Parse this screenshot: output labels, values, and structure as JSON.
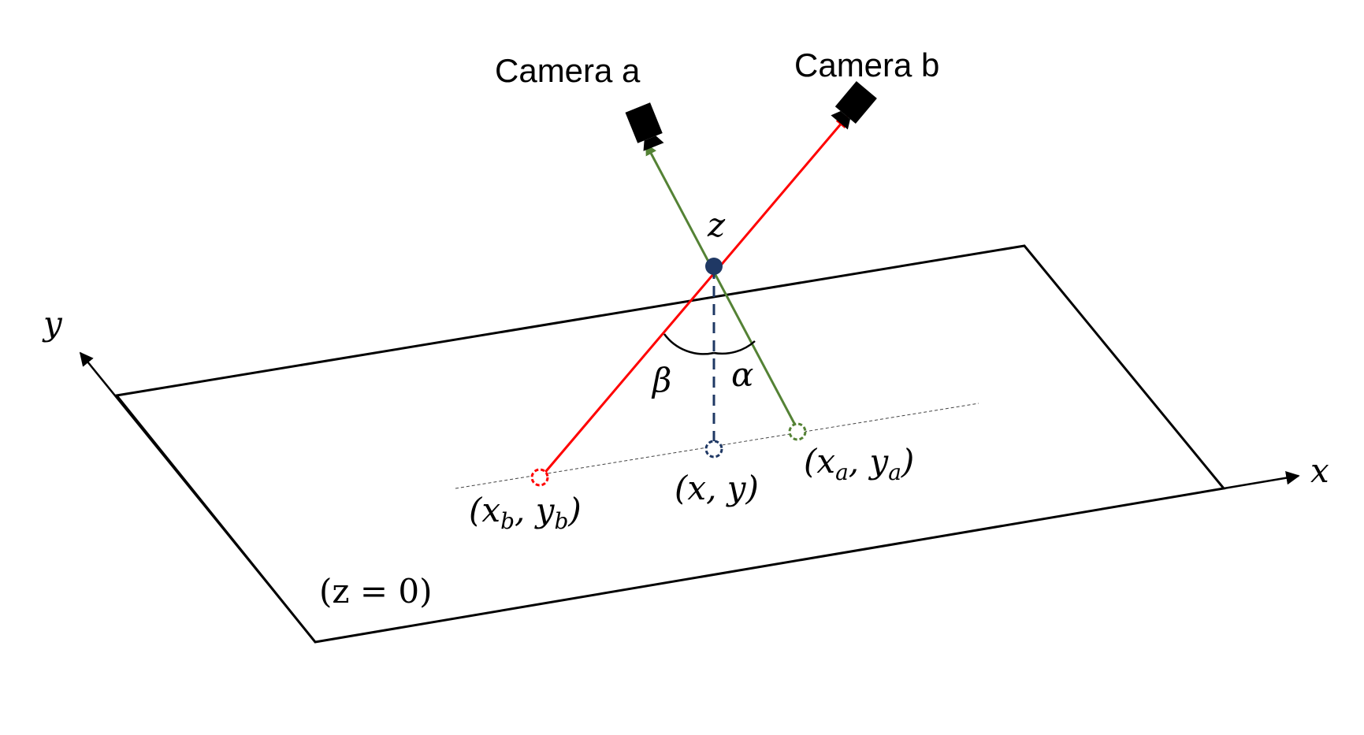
{
  "labels": {
    "camera_a": "Camera a",
    "camera_b": "Camera b",
    "z": "z",
    "y_axis": "y",
    "x_axis": "x",
    "beta": "β",
    "alpha": "α",
    "point_b": "(x",
    "point_b_sub_x": "b",
    "point_b_mid": ", y",
    "point_b_sub_y": "b",
    "point_b_close": ")",
    "point_a": "(x",
    "point_a_sub_x": "a",
    "point_a_mid": ", y",
    "point_a_sub_y": "a",
    "point_a_close": ")",
    "point_xy": "(x, y)",
    "plane": "(z = 0)"
  },
  "colors": {
    "ray_camera_a": "#548235",
    "ray_camera_b": "#ff0000",
    "point_z": "#1f3864",
    "outline": "#000000"
  },
  "icons": {
    "camera_a": "video-camera-icon",
    "camera_b": "video-camera-icon"
  }
}
